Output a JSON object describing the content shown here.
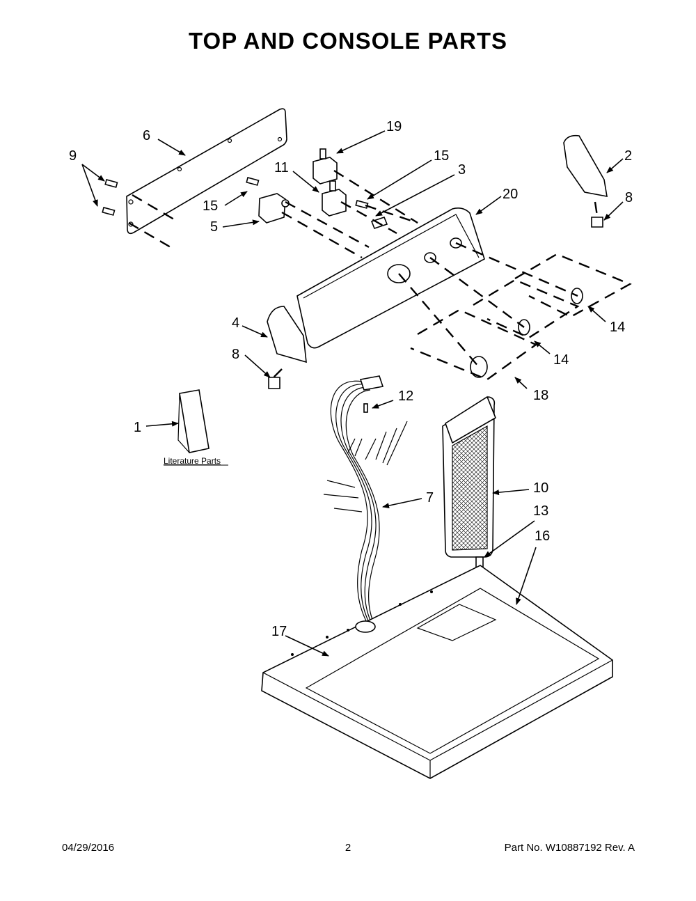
{
  "title": "TOP AND CONSOLE PARTS",
  "callouts": [
    {
      "id": "c1",
      "label": "1"
    },
    {
      "id": "c2",
      "label": "2"
    },
    {
      "id": "c3",
      "label": "3"
    },
    {
      "id": "c4",
      "label": "4"
    },
    {
      "id": "c5",
      "label": "5"
    },
    {
      "id": "c6",
      "label": "6"
    },
    {
      "id": "c7",
      "label": "7"
    },
    {
      "id": "c8a",
      "label": "8"
    },
    {
      "id": "c8b",
      "label": "8"
    },
    {
      "id": "c9",
      "label": "9"
    },
    {
      "id": "c10",
      "label": "10"
    },
    {
      "id": "c11",
      "label": "11"
    },
    {
      "id": "c12",
      "label": "12"
    },
    {
      "id": "c13",
      "label": "13"
    },
    {
      "id": "c14a",
      "label": "14"
    },
    {
      "id": "c14b",
      "label": "14"
    },
    {
      "id": "c15a",
      "label": "15"
    },
    {
      "id": "c15b",
      "label": "15"
    },
    {
      "id": "c16",
      "label": "16"
    },
    {
      "id": "c17",
      "label": "17"
    },
    {
      "id": "c18",
      "label": "18"
    },
    {
      "id": "c19",
      "label": "19"
    },
    {
      "id": "c20",
      "label": "20"
    }
  ],
  "literature_label": "Literature Parts",
  "footer": {
    "date": "04/29/2016",
    "page": "2",
    "part_number": "Part No.  W10887192  Rev.  A"
  }
}
